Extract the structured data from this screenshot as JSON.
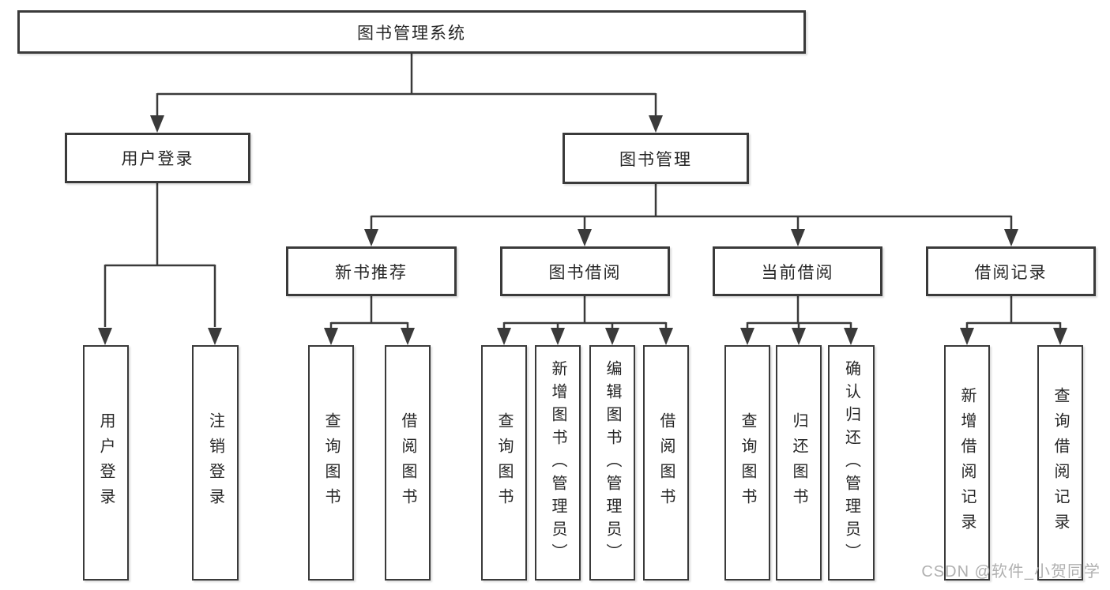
{
  "root": {
    "label": "图书管理系统"
  },
  "level2": {
    "user_login": "用户登录",
    "book_management": "图书管理"
  },
  "level3": {
    "new_books": "新书推荐",
    "book_borrow": "图书借阅",
    "current_borrow": "当前借阅",
    "borrow_records": "借阅记录"
  },
  "leaves": {
    "user_login": [
      "用户登录",
      "注销登录"
    ],
    "new_books": [
      "查询图书",
      "借阅图书"
    ],
    "book_borrow": [
      "查询图书",
      "新增图书（管理员）",
      "编辑图书（管理员）",
      "借阅图书"
    ],
    "current_borrow": [
      "查询图书",
      "归还图书",
      "确认归还（管理员）"
    ],
    "borrow_records": [
      "新增借阅记录",
      "查询借阅记录"
    ]
  },
  "watermark": "CSDN @软件_小贺同学",
  "colors": {
    "line": "#3a3a3a",
    "text": "#262626",
    "background": "#ffffff",
    "watermark": "#acacac"
  }
}
